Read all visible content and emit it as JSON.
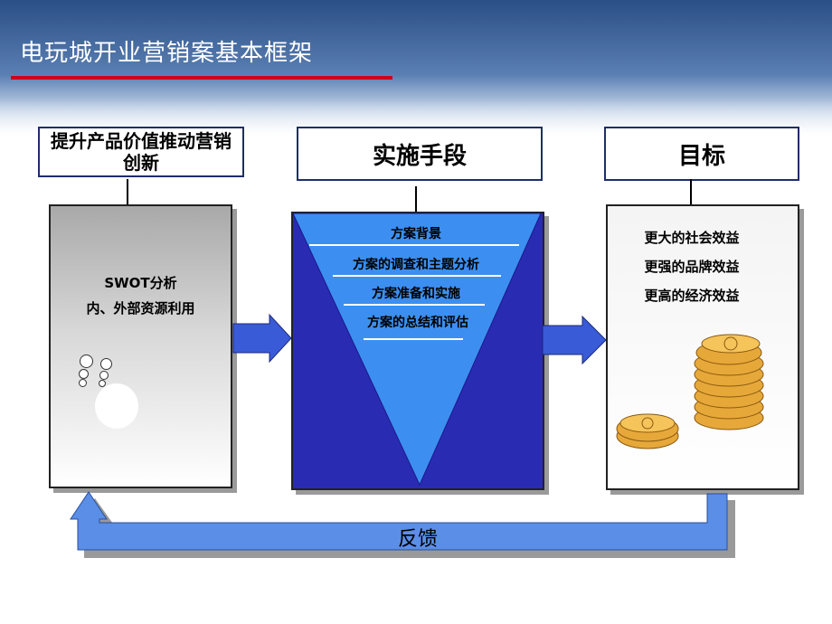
{
  "title": "电玩城开业营销案基本框架",
  "columns": {
    "left_label": "提升产品价值推动营销创新",
    "middle_label": "实施手段",
    "right_label": "目标"
  },
  "left_panel": {
    "line1": "SWOT分析",
    "line2": "内、外部资源利用"
  },
  "funnel": {
    "items": [
      "方案背景",
      "方案的调查和主题分析",
      "方案准备和实施",
      "方案的总结和评估"
    ]
  },
  "goals": {
    "items": [
      "更大的社会效益",
      "更强的品牌效益",
      "更高的经济效益"
    ]
  },
  "feedback": "反馈",
  "colors": {
    "header_blue": "#2a4f86",
    "title_rule": "#d0021b",
    "funnel_blue": "#2a2bb3",
    "funnel_light": "#3c8ff0",
    "arrow_blue": "#3a5bd8",
    "feedback_blue": "#5b8ee6",
    "coin_gold": "#e7a83a"
  }
}
